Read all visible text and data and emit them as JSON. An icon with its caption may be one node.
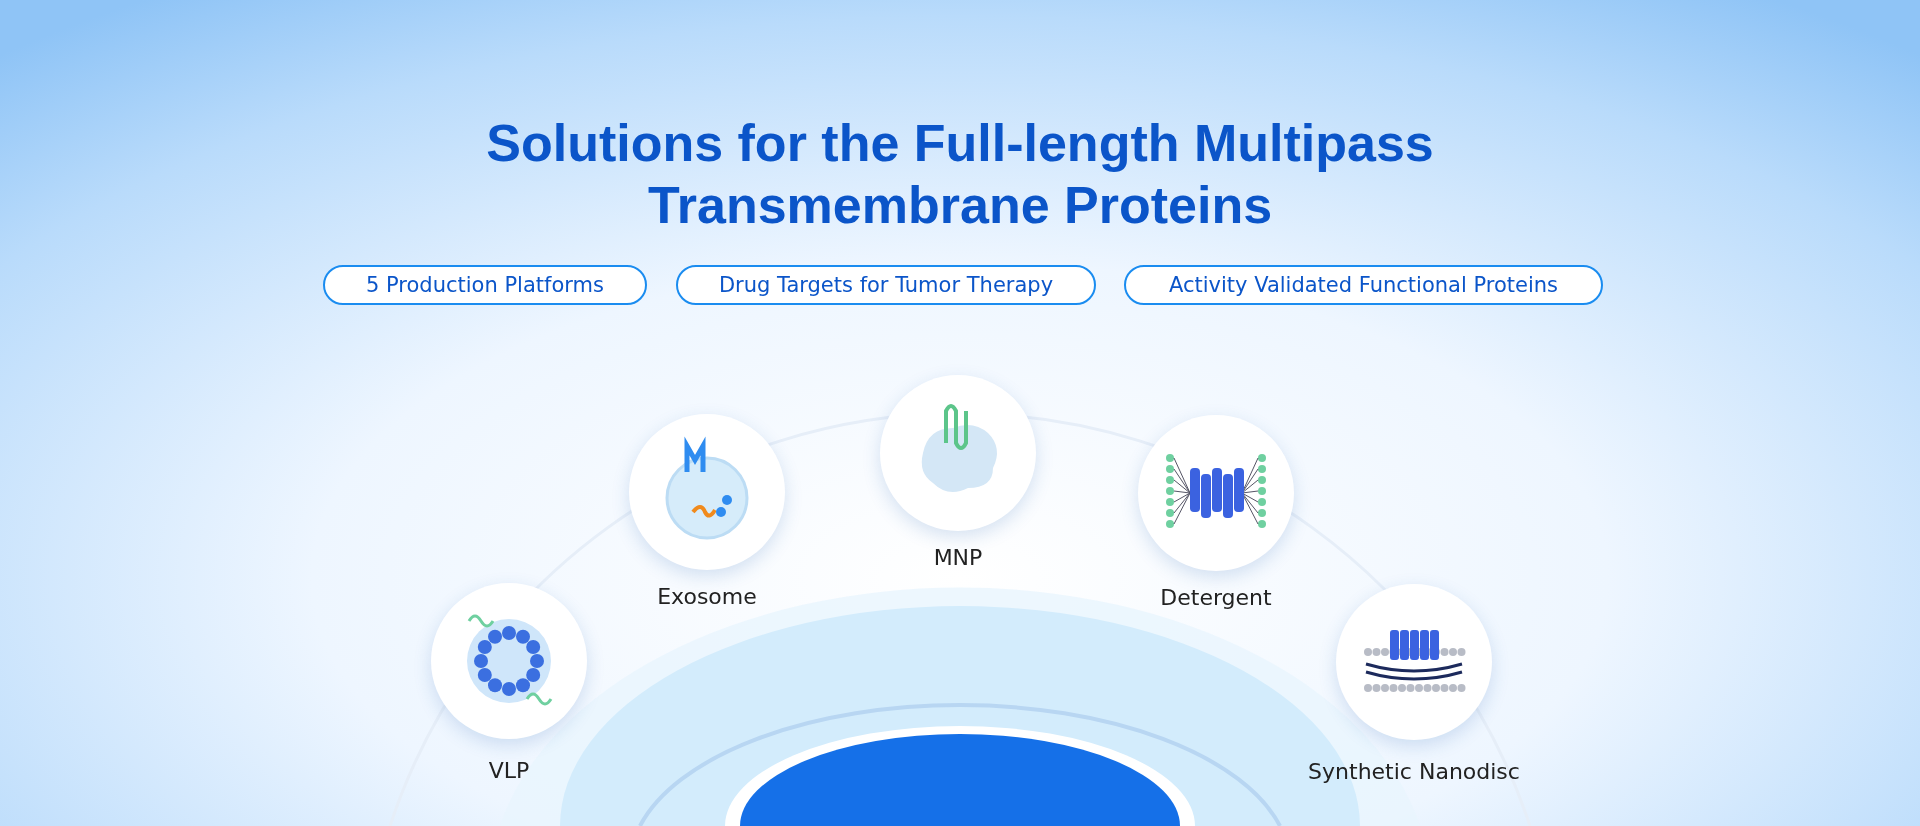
{
  "diagram": {
    "title": "Solutions for the Full-length Multipass Transmembrane Proteins",
    "nodes": [
      {
        "text": [
          "5 Production Platforms"
        ]
      },
      {
        "text": [
          "Drug Targets for Tumor Therapy"
        ]
      },
      {
        "text": [
          "Activity Validated Functional Proteins"
        ]
      },
      {
        "text": [
          "VLP"
        ]
      },
      {
        "text": [
          "Exosome"
        ]
      },
      {
        "text": [
          "MNP"
        ]
      },
      {
        "text": [
          "Detergent"
        ]
      },
      {
        "text": [
          "Synthetic Nanodisc"
        ]
      }
    ],
    "edges": []
  }
}
